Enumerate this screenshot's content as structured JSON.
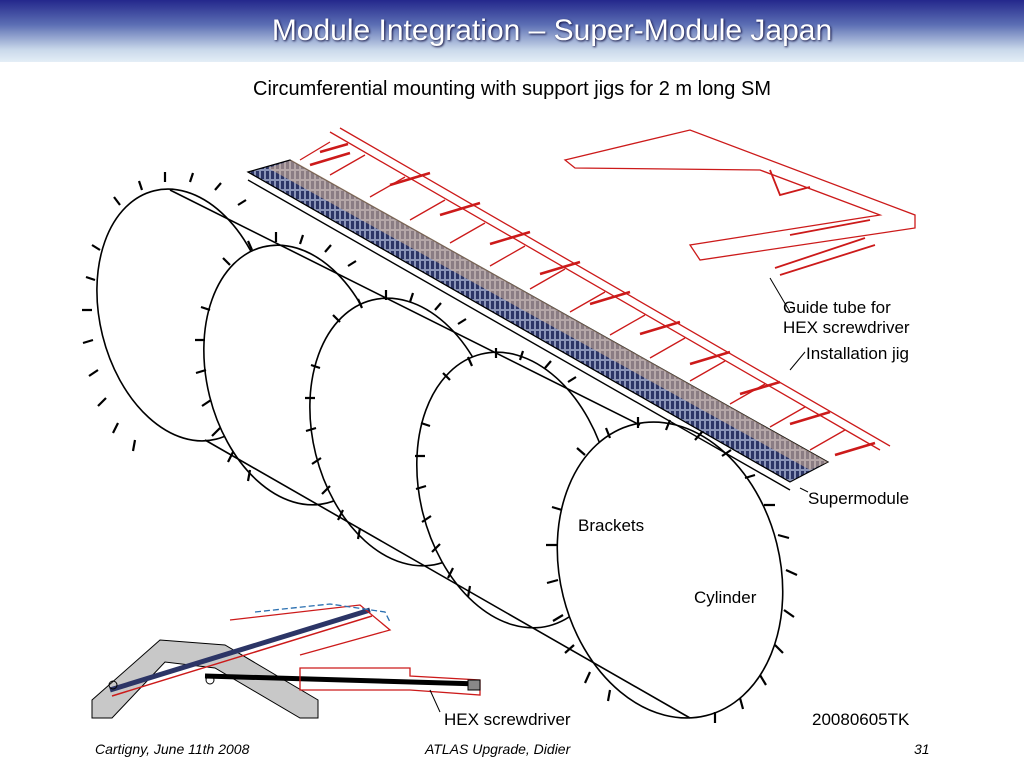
{
  "slide": {
    "title": "Module Integration – Super-Module Japan",
    "subtitle": "Circumferential mounting with support jigs for 2 m long SM"
  },
  "diagram": {
    "labels": {
      "guide_tube": "Guide tube for",
      "guide_tube_2": "HEX screwdriver",
      "installation_jig": "Installation jig",
      "supermodule": "Supermodule",
      "brackets": "Brackets",
      "cylinder": "Cylinder",
      "hex_screwdriver": "HEX screwdriver",
      "drawing_id": "20080605TK"
    }
  },
  "footer": {
    "left": "Cartigny, June 11th 2008",
    "center": "ATLAS Upgrade, Didier",
    "page": "31"
  },
  "colors": {
    "jig_red": "#cc1a1a",
    "module_blue": "#3a4a8c",
    "bracket_blue": "#2a6fb0"
  }
}
